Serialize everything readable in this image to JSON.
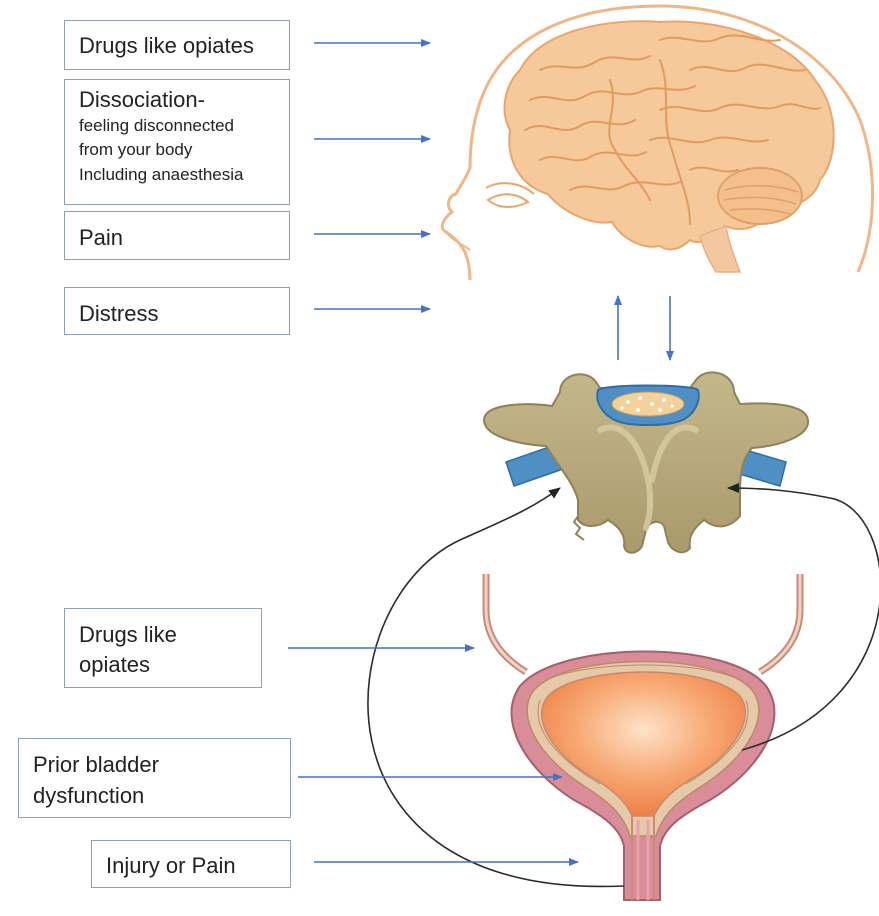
{
  "labels": {
    "brain_drugs": "Drugs like opiates",
    "dissociation_title": "Dissociation-",
    "dissociation_line1": "feeling disconnected",
    "dissociation_line2": "from your body",
    "dissociation_line3": "Including anaesthesia",
    "pain": "Pain",
    "distress": "Distress",
    "bladder_drugs": "Drugs like opiates",
    "prior_dysfunction": "Prior bladder dysfunction",
    "injury": "Injury or Pain"
  },
  "colors": {
    "arrow": "#4472c4",
    "loop": "#2b2b2b",
    "box_border": "#8ea0b3",
    "brain_fill": "#f6c99a",
    "brain_outline": "#e9a56c",
    "vertebra": "#b5a77a",
    "vertebra_dark": "#8f8158",
    "cord": "#4f8fc5",
    "bladder_wall": "#d98d98",
    "bladder_inner": "#f59c5e"
  },
  "icons": [
    "brain-head-illustration",
    "spinal-vertebra-illustration",
    "bladder-illustration"
  ]
}
